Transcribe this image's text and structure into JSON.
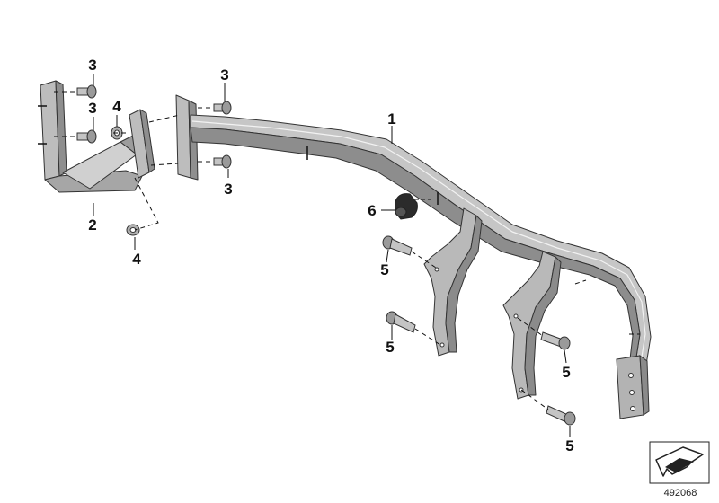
{
  "diagram": {
    "callouts": [
      {
        "id": "c1",
        "label": "1"
      },
      {
        "id": "c2",
        "label": "2"
      },
      {
        "id": "c3a",
        "label": "3"
      },
      {
        "id": "c3b",
        "label": "3"
      },
      {
        "id": "c3c",
        "label": "3"
      },
      {
        "id": "c3d",
        "label": "3"
      },
      {
        "id": "c4a",
        "label": "4"
      },
      {
        "id": "c4b",
        "label": "4"
      },
      {
        "id": "c5a",
        "label": "5"
      },
      {
        "id": "c5b",
        "label": "5"
      },
      {
        "id": "c5c",
        "label": "5"
      },
      {
        "id": "c5d",
        "label": "5"
      },
      {
        "id": "c6",
        "label": "6"
      }
    ],
    "document_number": "492068",
    "colors": {
      "part_fill": "#b5b5b5",
      "part_dark": "#8a8a8a",
      "part_light": "#d9d9d9",
      "outline": "#333333",
      "text": "#111111"
    }
  }
}
